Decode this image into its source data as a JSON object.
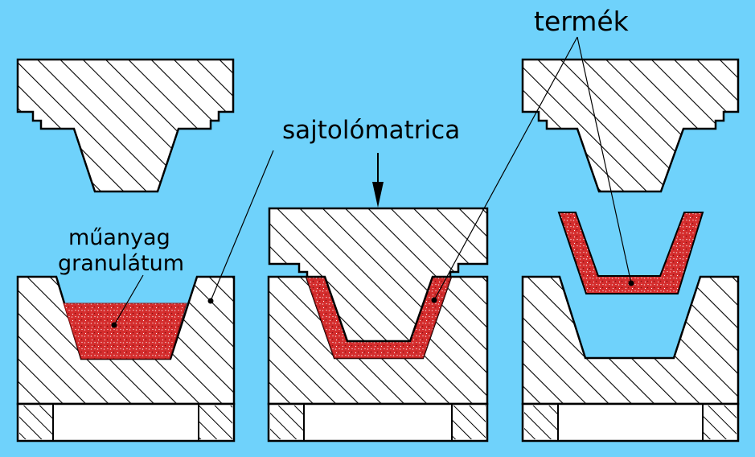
{
  "labels": {
    "termek": "termék",
    "sajtolomatrica": "sajtolómatrica",
    "muanyag": "műanyag",
    "granulatum": "granulátum"
  },
  "colors": {
    "background": "#6fd2fb",
    "plastic": "#d42d2d",
    "hatch_line": "#000000",
    "metal_face": "#ffffff"
  }
}
